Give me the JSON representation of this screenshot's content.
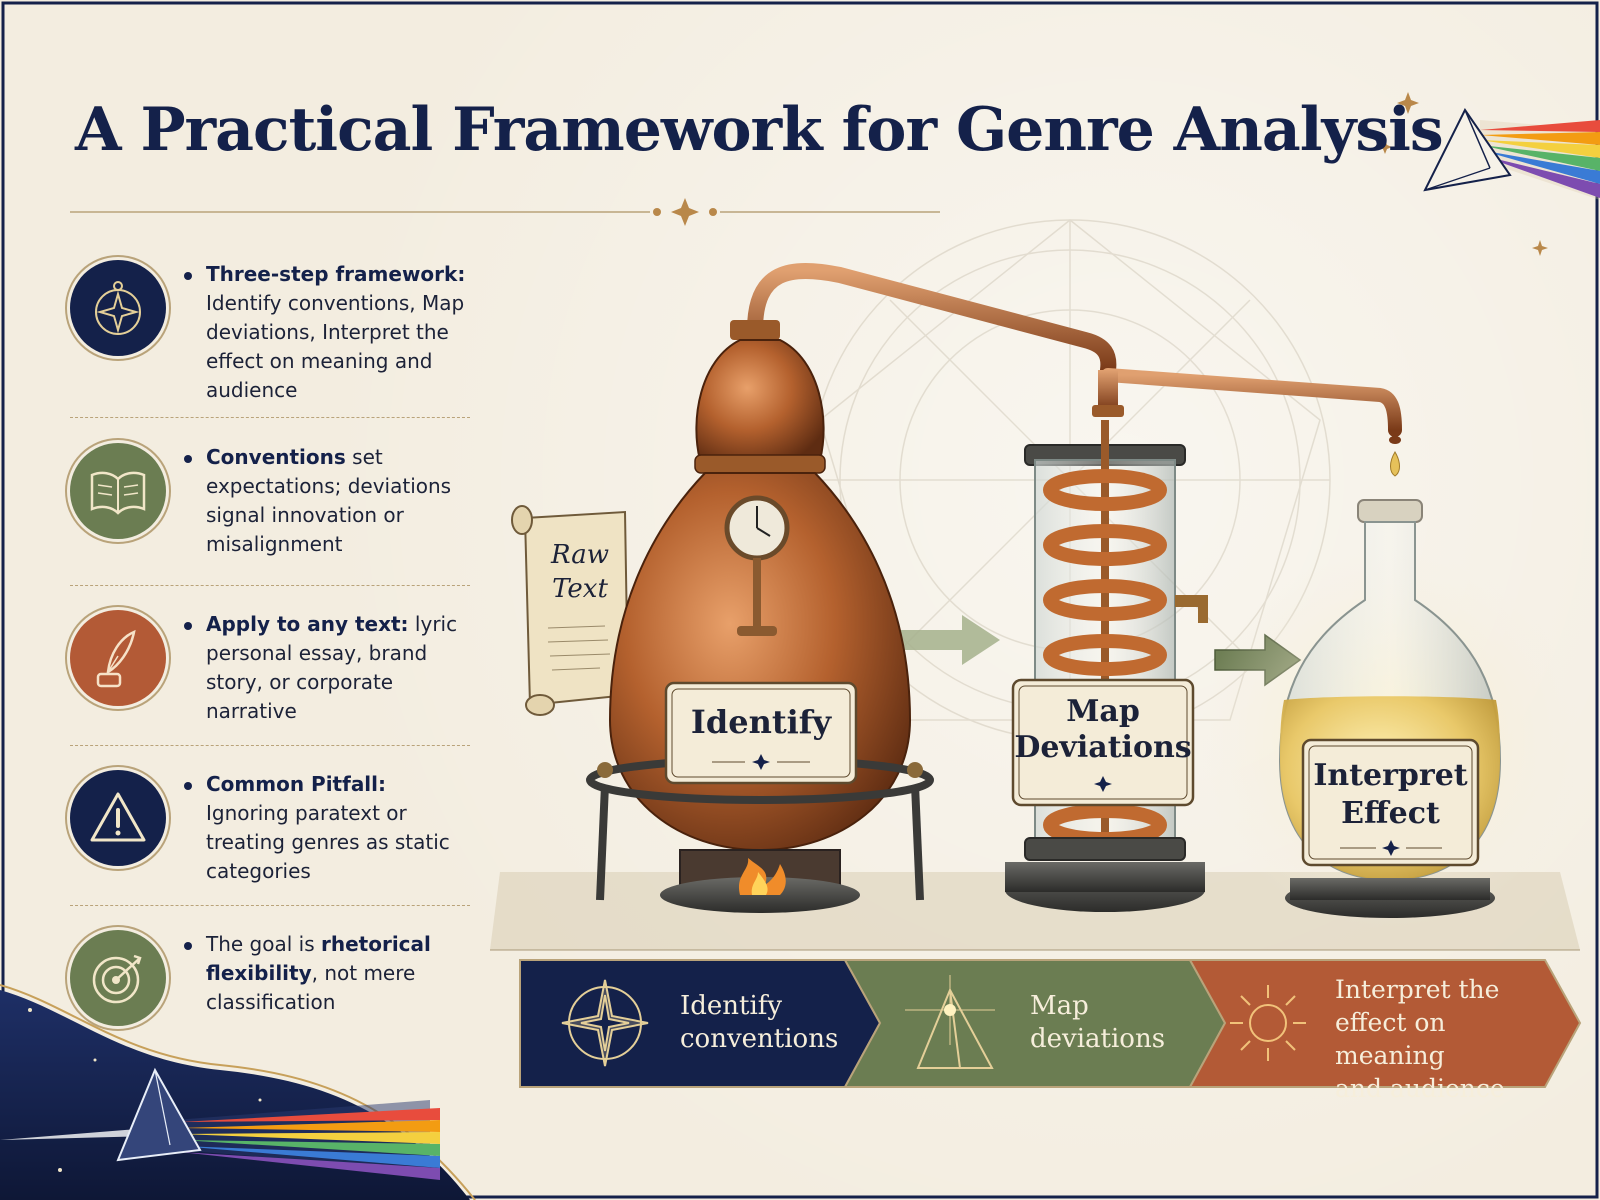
{
  "title": "A Practical Framework for Genre Analysis",
  "colors": {
    "navy": "#14214a",
    "green": "#6b7d52",
    "rust": "#b35a36",
    "copper": "#b86a36",
    "paper": "#f3ede0",
    "gold": "#b9a37a"
  },
  "bullets": [
    {
      "icon": "compass-icon",
      "bold": "Three-step framework:",
      "text": " Identify conventions, Map deviations, Interpret the effect on meaning and audience"
    },
    {
      "icon": "open-book-icon",
      "bold": "Conventions",
      "text": " set expectations; deviations signal innovation or misalignment"
    },
    {
      "icon": "quill-icon",
      "bold": "Apply to any text:",
      "text": " lyric personal essay, brand story, or corporate narrative"
    },
    {
      "icon": "warning-icon",
      "bold": "Common Pitfall:",
      "text": " Ignoring paratext or treating genres as static categories"
    },
    {
      "icon": "target-icon",
      "pre": "The goal is ",
      "bold": "rhetorical flexibility",
      "text": ", not mere classification"
    }
  ],
  "illustration": {
    "scroll_label_1": "Raw",
    "scroll_label_2": "Text",
    "still_label": "Identify",
    "condenser_label_1": "Map",
    "condenser_label_2": "Deviations",
    "flask_label_1": "Interpret",
    "flask_label_2": "Effect"
  },
  "banner": [
    {
      "icon": "compass-rose-icon",
      "line1": "Identify",
      "line2": "conventions",
      "color": "#14214a"
    },
    {
      "icon": "pyramid-icon",
      "line1": "Map",
      "line2": "deviations",
      "color": "#6b7d52"
    },
    {
      "icon": "sun-icon",
      "line1": "Interpret the",
      "line2": "effect on meaning",
      "line3": "and audience",
      "color": "#b35a36"
    }
  ]
}
